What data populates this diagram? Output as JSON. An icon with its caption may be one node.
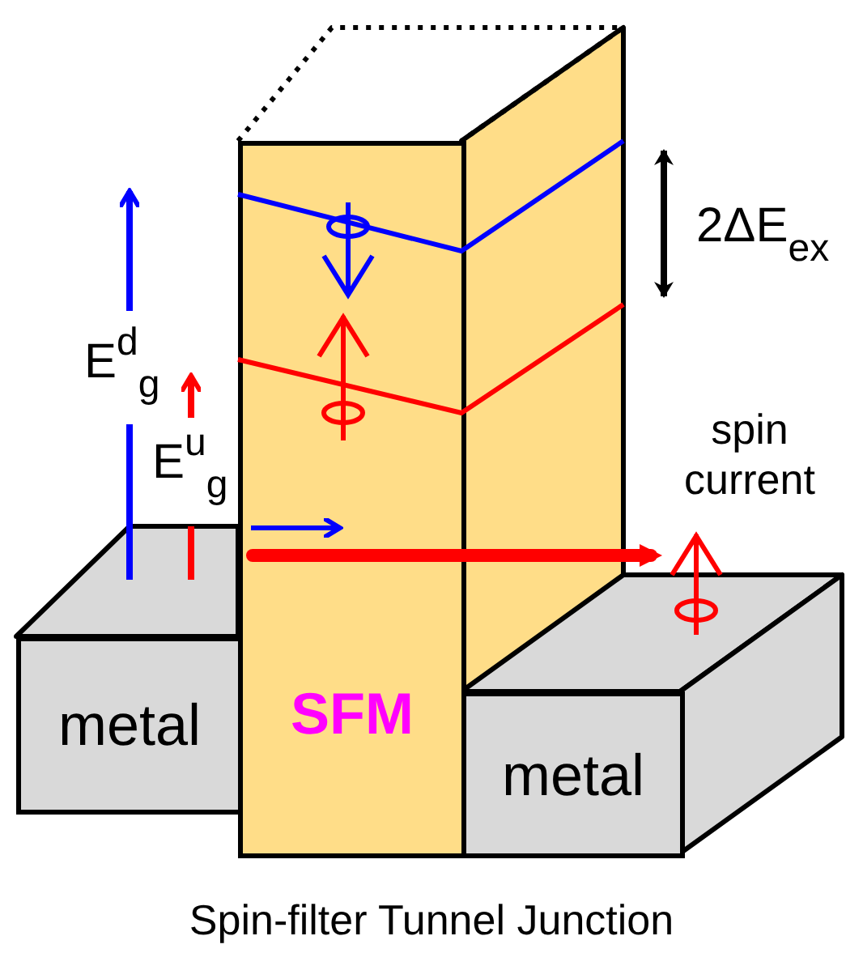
{
  "diagram": {
    "caption": "Spin-filter Tunnel Junction",
    "nodes": [
      {
        "text": [
          "metal"
        ]
      },
      {
        "text": [
          "SFM"
        ]
      },
      {
        "text": [
          "metal"
        ]
      }
    ],
    "labels": [
      "E$^{d}$$_{g}$",
      "E$^{u}$$_{g}$",
      "2ΔE$_{ex}$",
      "spin current"
    ]
  }
}
